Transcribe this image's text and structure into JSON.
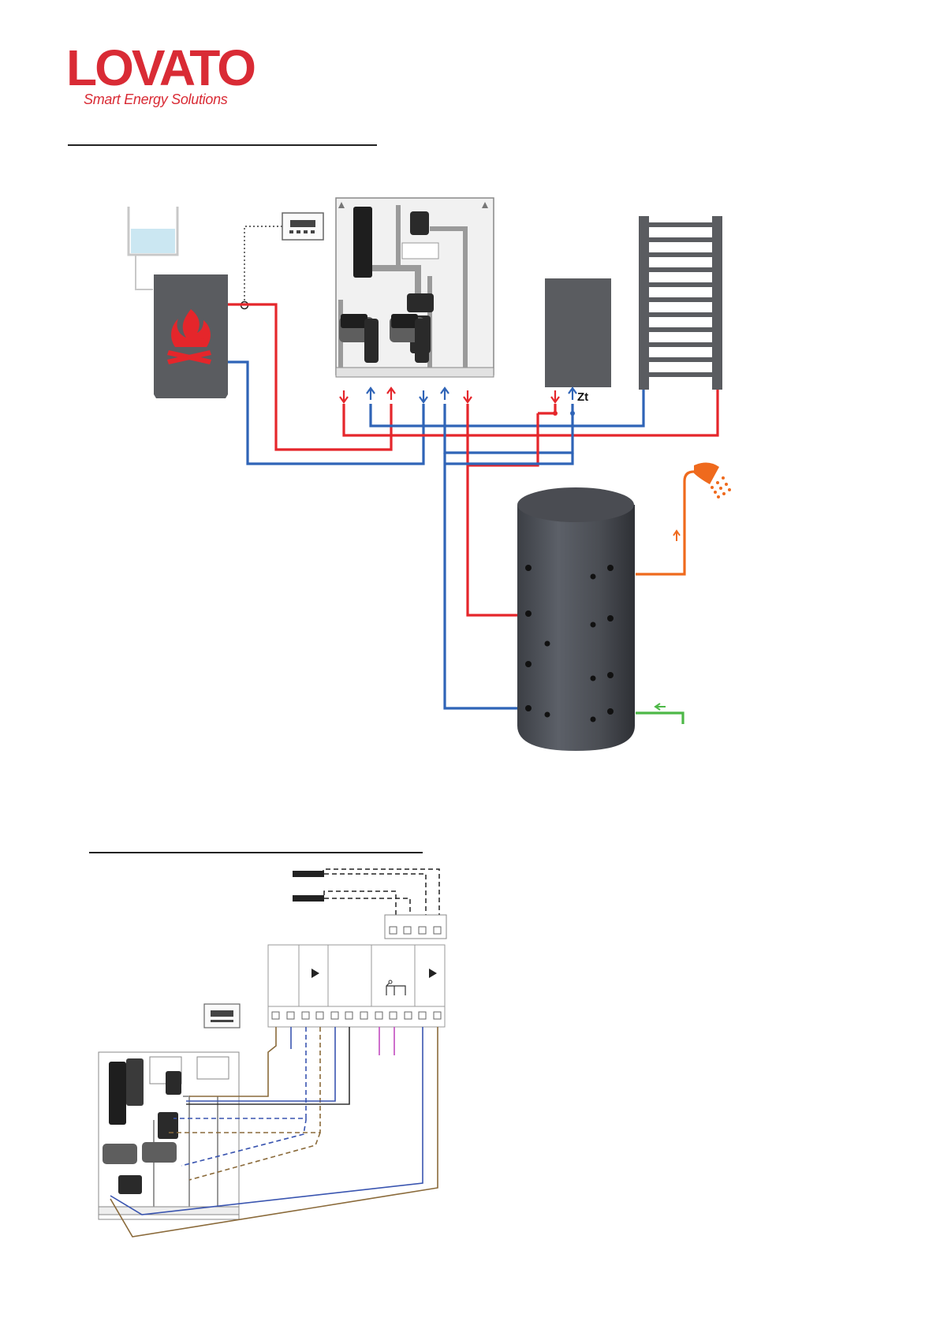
{
  "brand": {
    "name": "LOVATO",
    "tagline": "Smart Energy Solutions",
    "color": "#d92b35"
  },
  "colors": {
    "flow_hot": "#e5262b",
    "flow_return": "#2f64b7",
    "dhw_out": "#ef6a1d",
    "cold_in": "#4db847",
    "appliance": "#5a5c60",
    "cable_brown": "#8a6a3a",
    "cable_blue": "#3a55b0",
    "cable_magenta": "#c24bc0"
  },
  "labels": {
    "zone_thermostat": "Zt"
  },
  "icons": [
    "water-tank-icon",
    "boiler-fire-icon",
    "controller-icon",
    "shower-icon",
    "pump-icon",
    "sensor-probe-icon"
  ]
}
